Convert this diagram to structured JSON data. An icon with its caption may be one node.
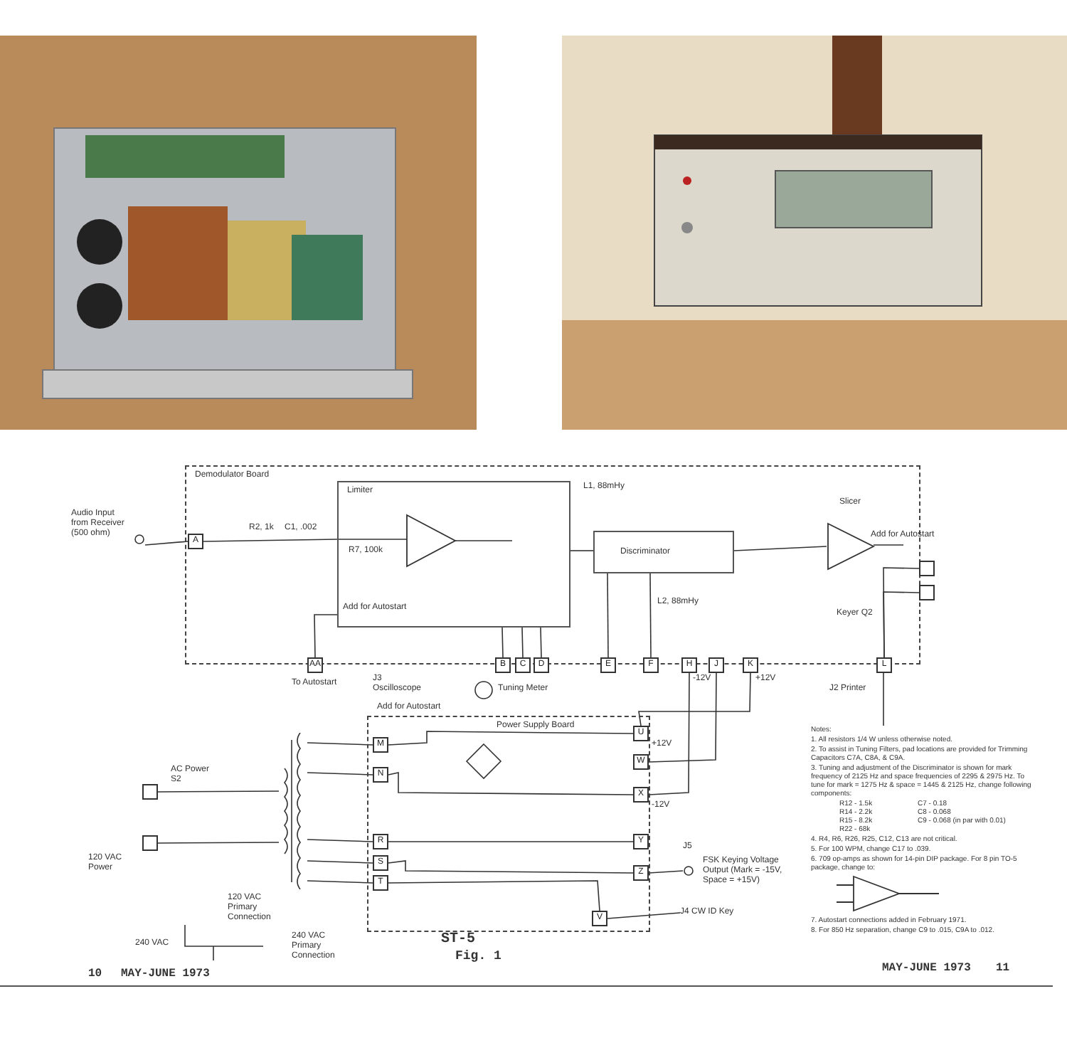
{
  "diagram": {
    "nodes": [
      {
        "text": [],
        "shape": "picture"
      },
      {
        "text": [],
        "shape": "picture"
      },
      {
        "text": [
          "Demodulator Board"
        ]
      },
      {
        "text": [
          "Limiter"
        ],
        "in": 2
      },
      {
        "text": [
          "Discriminator"
        ],
        "in": 2
      },
      {
        "text": [
          "Power Supply Board"
        ],
        "beside": [
          "Add for Autostart"
        ]
      },
      {
        "text": [
          "A"
        ],
        "in": 2
      },
      {
        "text": [
          "AA"
        ]
      },
      {
        "text": [
          "B"
        ]
      },
      {
        "text": [
          "C"
        ]
      },
      {
        "text": [
          "D"
        ]
      },
      {
        "text": [
          "E"
        ]
      },
      {
        "text": [
          "F"
        ]
      },
      {
        "text": [
          "H"
        ]
      },
      {
        "text": [
          "J"
        ]
      },
      {
        "text": [
          "K"
        ]
      },
      {
        "text": [
          "L"
        ]
      },
      {
        "text": [],
        "shape": "box"
      },
      {
        "text": [],
        "shape": "box"
      },
      {
        "text": [
          "M"
        ],
        "in": 5
      },
      {
        "text": [
          "N"
        ],
        "in": 5
      },
      {
        "text": [
          "R"
        ],
        "in": 5
      },
      {
        "text": [
          "S"
        ],
        "in": 5
      },
      {
        "text": [
          "T"
        ],
        "in": 5
      },
      {
        "text": [
          "U"
        ],
        "in": 5
      },
      {
        "text": [
          "W"
        ],
        "in": 5
      },
      {
        "text": [
          "X"
        ],
        "in": 5
      },
      {
        "text": [
          "Y"
        ],
        "in": 5
      },
      {
        "text": [
          "Z"
        ],
        "in": 5
      },
      {
        "text": [
          "V"
        ],
        "in": 5
      },
      {
        "text": [],
        "shape": "box"
      },
      {
        "text": [],
        "shape": "box"
      },
      {
        "text": [
          "J5"
        ],
        "beside": [
          "FSK Keying Voltage Output (Mark = -15V, Space = +15V)"
        ]
      },
      {
        "text": [
          "J4 CW ID Key"
        ]
      },
      {
        "text": [
          "Audio Input from Receiver (500 ohm)"
        ]
      },
      {
        "text": [],
        "shape": "transformer"
      },
      {
        "text": [],
        "shape": "triangle",
        "in": 2
      }
    ],
    "edges": [
      {
        "from": 34,
        "to": 6,
        "arrow": "none"
      },
      {
        "from": 6,
        "to": 3,
        "arrow": "none"
      },
      {
        "from": 7,
        "to": 3,
        "arrow": "none"
      },
      {
        "from": 3,
        "to": 8,
        "arrow": "none"
      },
      {
        "from": 3,
        "to": 9,
        "arrow": "none"
      },
      {
        "from": 3,
        "to": 10,
        "arrow": "none"
      },
      {
        "from": 3,
        "to": 4,
        "arrow": "none"
      },
      {
        "from": 4,
        "to": 11,
        "arrow": "none"
      },
      {
        "from": 4,
        "to": 12,
        "arrow": "none"
      },
      {
        "from": 13,
        "to": 26,
        "arrow": "none"
      },
      {
        "from": 14,
        "to": 25,
        "arrow": "none"
      },
      {
        "from": 15,
        "to": 24,
        "arrow": "none"
      },
      {
        "from": 16,
        "to": 17,
        "arrow": "none"
      },
      {
        "from": 16,
        "to": 18,
        "arrow": "none"
      },
      {
        "from": 19,
        "to": 24,
        "arrow": "none"
      },
      {
        "from": 20,
        "to": 26,
        "arrow": "none"
      },
      {
        "from": 21,
        "to": 27,
        "arrow": "none"
      },
      {
        "from": 22,
        "to": 28,
        "arrow": "none"
      },
      {
        "from": 23,
        "to": 29,
        "arrow": "none"
      },
      {
        "from": 28,
        "to": 32,
        "arrow": "none"
      },
      {
        "from": 29,
        "to": 33,
        "arrow": "none"
      },
      {
        "from": 30,
        "to": 35,
        "arrow": "none"
      },
      {
        "from": 31,
        "to": 35,
        "arrow": "none"
      },
      {
        "from": 35,
        "to": 19,
        "arrow": "none"
      },
      {
        "from": 35,
        "to": 20,
        "arrow": "none"
      },
      {
        "from": 35,
        "to": 21,
        "arrow": "none"
      },
      {
        "from": 35,
        "to": 22,
        "arrow": "none"
      },
      {
        "from": 35,
        "to": 23,
        "arrow": "none"
      },
      {
        "from": 4,
        "to": 36,
        "arrow": "none"
      }
    ],
    "labels": [
      "R2, 1k",
      "C1, .002",
      "R7, 100k",
      "Add for Autostart",
      "To Autostart",
      "J3 Oscilloscope",
      "Tuning Meter",
      "-12V",
      "+12V",
      "L1, 88mHy",
      "L2, 88mHy",
      "Slicer",
      "Add for Autostart",
      "Keyer Q2",
      "J2 Printer",
      "+12V",
      "-12V",
      "AC Power S2",
      "120 VAC Power",
      "240 VAC",
      "120 VAC Primary Connection",
      "240 VAC Primary Connection",
      "ST-5",
      "Fig. 1",
      "10",
      "MAY-JUNE 1973",
      "MAY-JUNE 1973",
      "11",
      "Notes:",
      "1. All resistors 1/4 W unless otherwise noted.",
      "2. To assist in Tuning Filters, pad locations are provided for Trimming Capacitors C7A, C8A, & C9A.",
      "3. Tuning and adjustment of the Discriminator is shown for mark frequency of 2125 Hz and space frequencies of 2295 & 2975 Hz. To tune for mark = 1275 Hz & space = 1445 & 2125 Hz, change following components:",
      "R12 - 1.5k",
      "C7 - 0.18",
      "R14 - 2.2k",
      "C8 - 0.068",
      "R15 - 8.2k",
      "C9 - 0.068 (in par with 0.01)",
      "R22 - 68k",
      "4. R4, R6, R26, R25, C12, C13 are not critical.",
      "5. For 100 WPM, change C17 to .039.",
      "6. 709 op-amps as shown for 14-pin DIP package. For 8 pin TO-5 package, change to:",
      "7. Autostart connections added in February 1971.",
      "8. For 850 Hz separation, change C9 to .015, C9A to .012."
    ]
  }
}
